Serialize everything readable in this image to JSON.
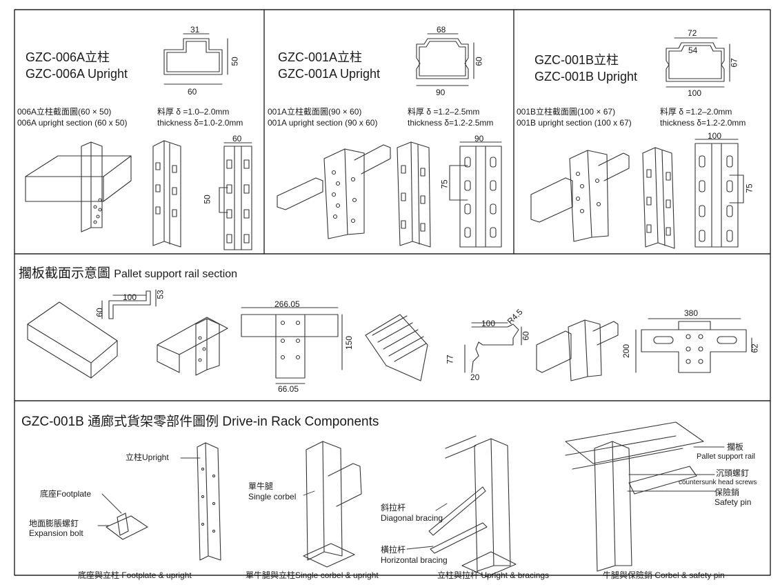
{
  "top": {
    "panels": [
      {
        "title_cn": "GZC-006A立柱",
        "title_en": "GZC-006A  Upright",
        "dims": [
          "31",
          "50",
          "60"
        ],
        "section_cn": "006A立柱截面圖(60 × 50)",
        "section_en": "006A upright section (60 x 50)",
        "thick_cn": "料厚 δ =1.0–2.0mm",
        "thick_en": "thickness δ=1.0-2.0mm",
        "front_dims": [
          "60",
          "50"
        ]
      },
      {
        "title_cn": "GZC-001A立柱",
        "title_en": "GZC-001A  Upright",
        "dims": [
          "68",
          "60",
          "90"
        ],
        "section_cn": "001A立柱截面圖(90 × 60)",
        "section_en": "001A upright section (90 x 60)",
        "thick_cn": "料厚 δ =1.2–2.5mm",
        "thick_en": "thickness δ=1.2-2.5mm",
        "front_dims": [
          "90",
          "75"
        ]
      },
      {
        "title_cn": "GZC-001B立柱",
        "title_en": "GZC-001B  Upright",
        "dims": [
          "72",
          "54",
          "67",
          "100"
        ],
        "section_cn": "001B立柱截面圖(100 × 67)",
        "section_en": "001B upright section (100 x 67)",
        "thick_cn": "料厚 δ =1.2–2.0mm",
        "thick_en": "thickness δ=1.2-2.0mm",
        "front_dims": [
          "100",
          "75"
        ]
      }
    ]
  },
  "rail": {
    "title_cn": "擱板截面示意圖",
    "title_en": "Pallet support rail section",
    "dims": {
      "d100": "100",
      "d53": "53",
      "d60": "60",
      "d266": "266.05",
      "d150": "150",
      "d66": "66.05",
      "e100": "100",
      "r45": "R4.5",
      "e60": "60",
      "e77": "77",
      "e20": "20",
      "f380": "380",
      "f200": "200",
      "f62": "62"
    }
  },
  "components": {
    "title": "GZC-001B 通廊式貨架零部件圖例   Drive-in Rack Components",
    "labels": {
      "upright": "立柱Upright",
      "footplate": "底座Footplate",
      "bolt_cn": "地面膨脹螺釘",
      "bolt_en": "Expansion bolt",
      "corbel_cn": "單牛腿",
      "corbel_en": "Single corbel",
      "diag_cn": "斜拉杆",
      "diag_en": "Diagonal bracing",
      "horiz_cn": "橫拉杆",
      "horiz_en": "Horizontal bracing",
      "rail_cn": "擱板",
      "rail_en": "Pallet support rail",
      "screw_cn": "沉頭螺釘",
      "screw_en": "countersunk head screws",
      "pin_cn": "保險銷",
      "pin_en": "Safety pin"
    },
    "captions": [
      "底座與立柱 Footplate & upright",
      "單牛腿與立柱Single corbel & upright",
      "立柱與拉杆 Upright & bracings",
      "牛腿與保險銷 Corbel & safety pin"
    ]
  }
}
